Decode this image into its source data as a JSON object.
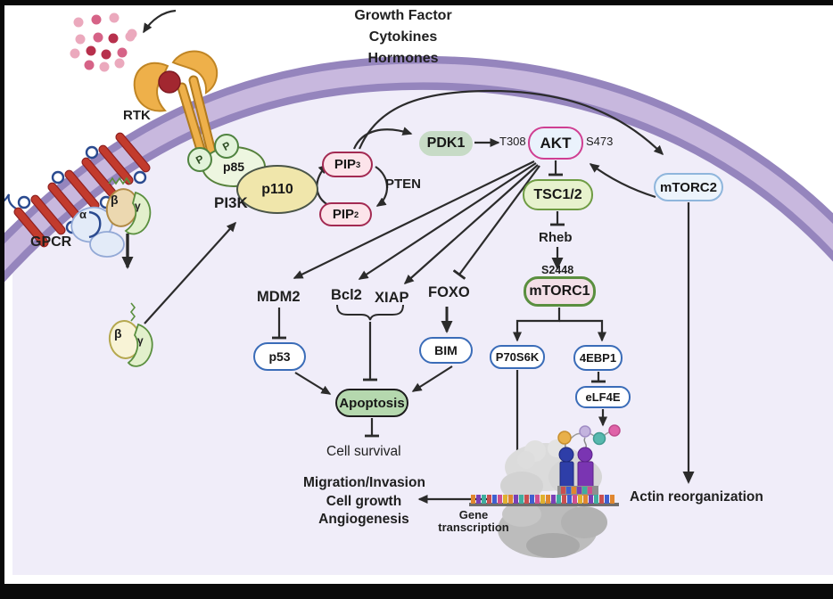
{
  "figure": {
    "type": "cell signaling pathway diagram",
    "subject": "PI3K/AKT/mTOR signaling"
  },
  "stimuli": {
    "line1": "Growth Factor",
    "line2": "Cytokines",
    "line3": "Hormones"
  },
  "receptors": {
    "rtk": "RTK",
    "gpcr": "GPCR",
    "alpha": "α",
    "beta": "β",
    "gamma": "γ",
    "phospho": "P"
  },
  "nodes": {
    "p85": "p85",
    "p110": "p110",
    "pi3k": "PI3K",
    "pip3_base": "PIP",
    "pip3_sub": "3",
    "pip2_base": "PIP",
    "pip2_sub": "2",
    "pten": "PTEN",
    "pdk1": "PDK1",
    "t308": "T308",
    "akt": "AKT",
    "s473": "S473",
    "tsc": "TSC1/2",
    "rheb": "Rheb",
    "s2448": "S2448",
    "mtorc1": "mTORC1",
    "mtorc2": "mTORC2",
    "mdm2": "MDM2",
    "bcl2": "Bcl2",
    "xiap": "XIAP",
    "foxo": "FOXO",
    "p53": "p53",
    "bim": "BIM",
    "apoptosis": "Apoptosis",
    "p70s6k": "P70S6K",
    "e4ebp1": "4EBP1",
    "elf4e": "eLF4E"
  },
  "outcomes": {
    "cell_survival": "Cell survival",
    "migration": "Migration/Invasion",
    "cell_growth": "Cell growth",
    "angiogenesis": "Angiogenesis",
    "gene_transcription_1": "Gene",
    "gene_transcription_2": "transcription",
    "actin": "Actin reorganization"
  },
  "colors": {
    "arrow": "#2b2b2b",
    "membrane_light": "#c8b8de",
    "membrane_dark": "#9585bd",
    "cytoplasm": "#f0edf9",
    "pip_fill": "#fce4ea",
    "pip_border": "#a32a52",
    "pdk1_fill": "#c7dbc6",
    "akt_fill": "#eaf2fc",
    "akt_border": "#cf3f92",
    "tsc_fill": "#e7f2cd",
    "tsc_border": "#6f9c44",
    "mtorc1_fill": "#f3dfe7",
    "mtorc1_border": "#5a8f3f",
    "mtorc2_fill": "#ecf4fc",
    "mtorc2_border": "#8fb6dc",
    "node_fill": "#ffffff",
    "node_border": "#3a6cb8",
    "apoptosis_fill": "#b5d8ae",
    "p85_fill": "#edf6e0",
    "p85_border": "#56813c",
    "p110_fill": "#f0e6ab",
    "p110_border": "#4a5548",
    "phospho_fill": "#e2f3da",
    "phospho_border": "#4f8340",
    "rtk_orange": "#eeb04a",
    "rtk_outline": "#c08524",
    "ligand_red": "#a22730",
    "gpcr_helix": "#c23b2d",
    "gpcr_loop": "#2a4a8f"
  }
}
